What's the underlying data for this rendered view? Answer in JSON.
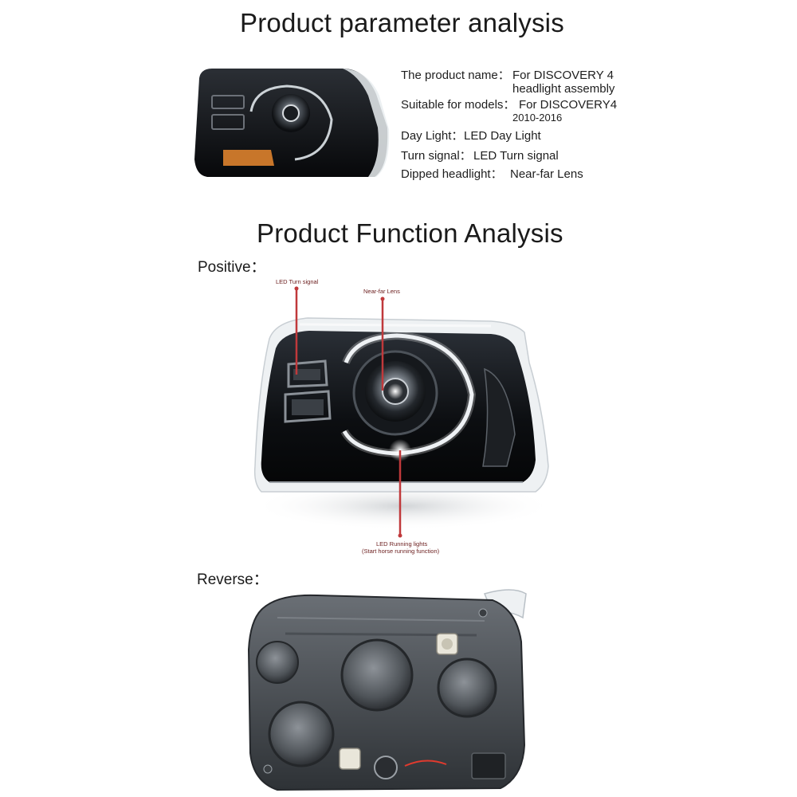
{
  "section1": {
    "title": "Product parameter analysis"
  },
  "specs": [
    {
      "label": "The product name：",
      "value_line1": "For DISCOVERY 4",
      "value_line2": "headlight assembly"
    },
    {
      "label": "Suitable for models：",
      "value_line1": "For DISCOVERY4",
      "value_line2": "2010-2016"
    },
    {
      "label": "Day Light：",
      "value_line1": "LED Day Light"
    },
    {
      "label": "Turn signal：",
      "value_line1": "LED Turn signal"
    },
    {
      "label": "Dipped headlight：",
      "value_line1": "Near-far Lens"
    }
  ],
  "section2": {
    "title": "Product Function Analysis",
    "positive_label": "Positive：",
    "reverse_label": "Reverse：",
    "callouts": {
      "turn_signal": "LED Turn signal",
      "lens": "Near-far Lens",
      "running_line1": "LED Running lights",
      "running_line2": "(Start horse running function)"
    }
  },
  "colors": {
    "accent_red": "#c0393b",
    "housing_black": "#111418",
    "housing_grey": "#4a4f55"
  }
}
